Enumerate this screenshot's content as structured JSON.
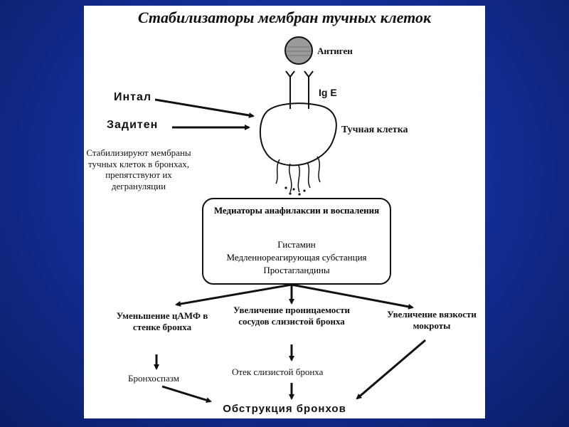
{
  "title": "Стабилизаторы мембран тучных клеток",
  "labels": {
    "antigen": "Антиген",
    "ige": "Ig E",
    "mast_cell": "Тучная клетка",
    "intal": "Интал",
    "zaditen": "Задитен",
    "stabilize_note": "Стабилизируют мембраны тучных клеток в бронхах, препятствуют их дегрануляции"
  },
  "mediators": {
    "title": "Медиаторы анафилаксии и воспаления",
    "items": [
      "Гистамин",
      "Медленнореагирующая субстанция",
      "Простагландины"
    ]
  },
  "effects": {
    "camp": "Уменьшение цАМФ в стенке бронха",
    "permeability": "Увеличение проницаемости сосудов слизистой бронха",
    "viscosity": "Увеличение вязкости мокроты"
  },
  "outcomes": {
    "bronchospasm": "Бронхоспазм",
    "edema": "Отек слизистой бронха",
    "obstruction": "Обструкция бронхов"
  },
  "colors": {
    "background": "#14309a",
    "slide": "#ffffff",
    "ink": "#111111",
    "antigen_fill": "#9a9a9a"
  }
}
